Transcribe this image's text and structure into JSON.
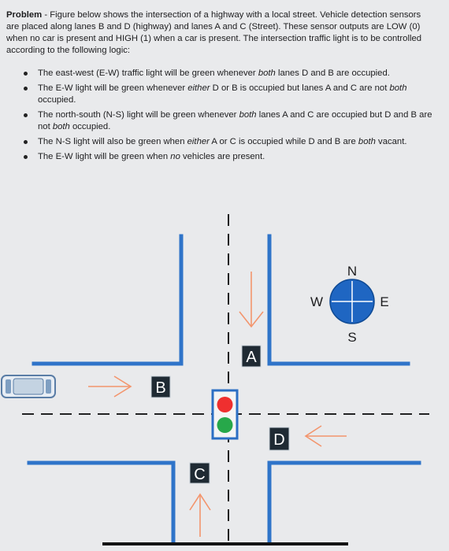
{
  "problem": {
    "label": "Problem",
    "intro": " - Figure below shows the intersection of a highway with a local street. Vehicle detection sensors are placed along lanes B and D (highway) and lanes A and C (Street). These sensor outputs are LOW (0) when no car is present and HIGH (1) when a car is present. The intersection traffic light is to be controlled according to the following logic:"
  },
  "rules": [
    {
      "parts": [
        {
          "text": "The east-west (E-W) traffic light will be green whenever "
        },
        {
          "text": "both",
          "em": true
        },
        {
          "text": " lanes D and B are occupied."
        }
      ]
    },
    {
      "parts": [
        {
          "text": "The E-W light will be green whenever "
        },
        {
          "text": "either",
          "em": true
        },
        {
          "text": " D or B is occupied but lanes A and C are not "
        },
        {
          "text": "both",
          "em": true
        },
        {
          "text": " occupied."
        }
      ]
    },
    {
      "parts": [
        {
          "text": "The north-south (N-S) light will be green whenever "
        },
        {
          "text": "both",
          "em": true
        },
        {
          "text": " lanes A and C are occupied but D and B are not "
        },
        {
          "text": "both",
          "em": true
        },
        {
          "text": " occupied."
        }
      ]
    },
    {
      "parts": [
        {
          "text": "The N-S light will also be green when "
        },
        {
          "text": "either",
          "em": true
        },
        {
          "text": " A or C is occupied while D and B are "
        },
        {
          "text": "both",
          "em": true
        },
        {
          "text": " vacant."
        }
      ]
    },
    {
      "parts": [
        {
          "text": "The E-W light will be green when "
        },
        {
          "text": "no",
          "em": true
        },
        {
          "text": " vehicles are present."
        }
      ]
    }
  ],
  "diagram": {
    "lane_labels": {
      "a": "A",
      "b": "B",
      "c": "C",
      "d": "D"
    },
    "compass": {
      "n": "N",
      "s": "S",
      "e": "E",
      "w": "W"
    },
    "colors": {
      "road": "#2f74c9",
      "compass": "#1f66c2",
      "arrow": "#f3956d",
      "dash": "#222222",
      "label_bg": "#1f2a33",
      "light_red": "#ef2f2f",
      "light_green": "#27a84a",
      "light_housing": "#2c6fc4"
    }
  }
}
